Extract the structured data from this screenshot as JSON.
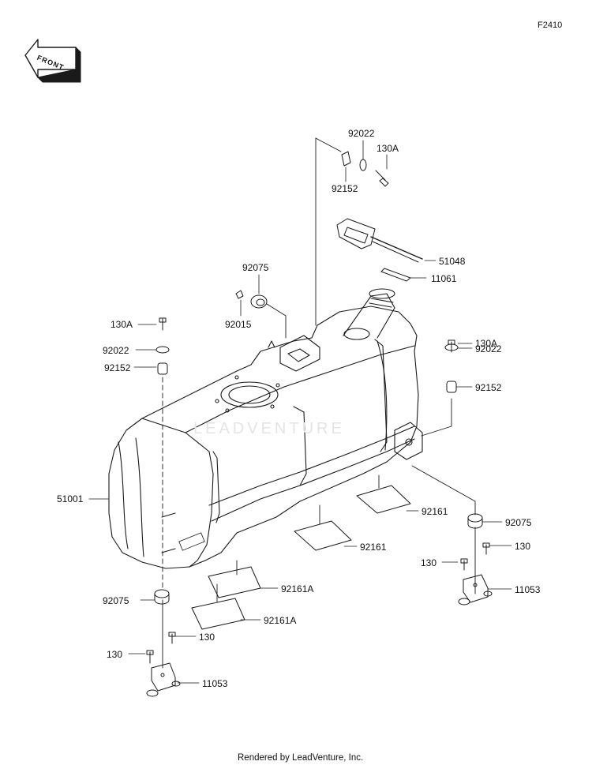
{
  "diagram_code": "F2410",
  "front_marker": "FRONT",
  "watermark": "LEADVENTURE",
  "footer": "Rendered by LeadVenture, Inc.",
  "callouts": {
    "p92022_top": "92022",
    "p130A_top": "130A",
    "p92152_top": "92152",
    "p51048": "51048",
    "p11061": "11061",
    "p92075_top": "92075",
    "p92015": "92015",
    "p130A_left": "130A",
    "p92022_left": "92022",
    "p92152_left": "92152",
    "p130A_right": "130A",
    "p92022_right": "92022",
    "p92152_right": "92152",
    "p51001": "51001",
    "p92161_upper": "92161",
    "p92075_right": "92075",
    "p130_right_a": "130",
    "p130_right_b": "130",
    "p92161_lower": "92161",
    "p11053_right": "11053",
    "p92161A_upper": "92161A",
    "p92075_left": "92075",
    "p92161A_lower": "92161A",
    "p130_left_a": "130",
    "p130_left_b": "130",
    "p11053_left": "11053"
  }
}
